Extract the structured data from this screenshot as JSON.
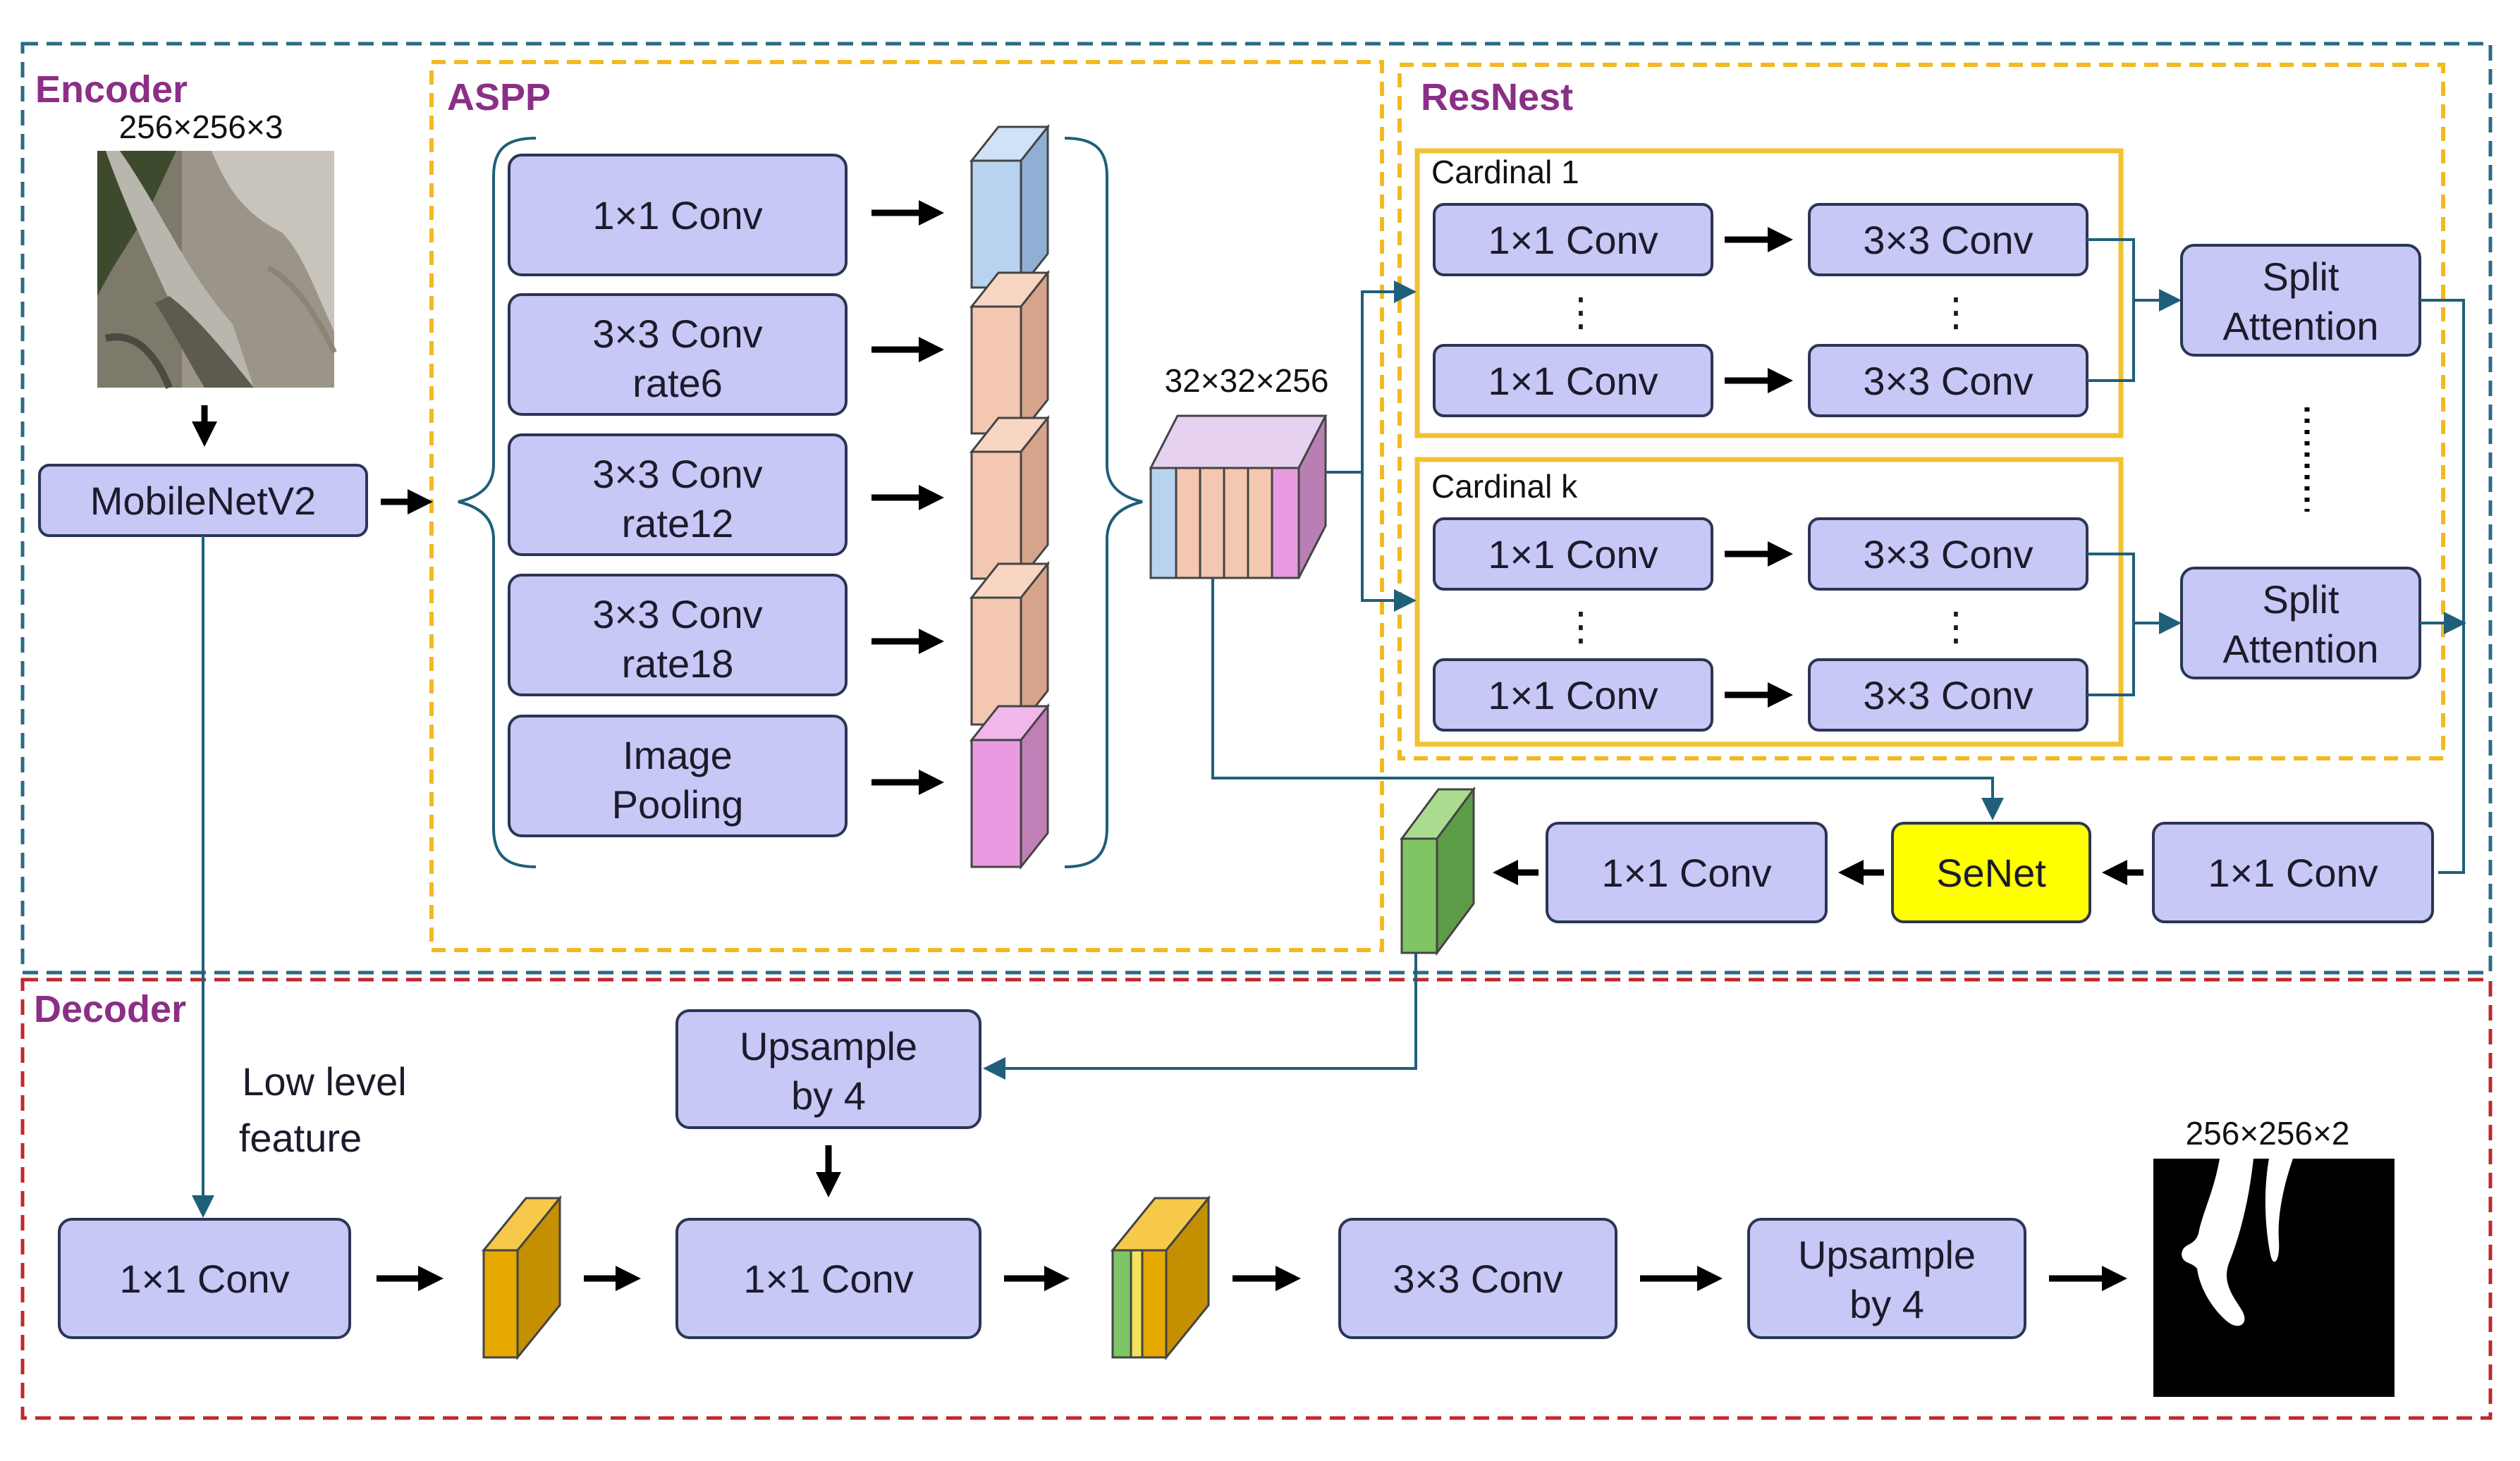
{
  "regions": {
    "encoder": "Encoder",
    "decoder": "Decoder",
    "aspp": "ASPP",
    "resnest": "ResNest",
    "cardinal_1": "Cardinal 1",
    "cardinal_k": "Cardinal k"
  },
  "dims": {
    "input": "256×256×3",
    "aspp_out": "32×32×256",
    "output": "256×256×2"
  },
  "encoder": {
    "backbone": "MobileNetV2"
  },
  "aspp": {
    "conv1x1": "1×1 Conv",
    "conv_r6": [
      "3×3 Conv",
      "rate6"
    ],
    "conv_r12": [
      "3×3 Conv",
      "rate12"
    ],
    "conv_r18": [
      "3×3 Conv",
      "rate18"
    ],
    "pooling": [
      "Image",
      "Pooling"
    ]
  },
  "resnest": {
    "conv1x1": "1×1 Conv",
    "conv3x3": "3×3 Conv",
    "split_attention": [
      "Split",
      "Attention"
    ],
    "dots_v": "⋮",
    "senet": "SeNet",
    "post_conv_a": "1×1 Conv",
    "post_conv_b": "1×1 Conv"
  },
  "decoder": {
    "low_level": [
      "Low level",
      "feature"
    ],
    "upsample_a": [
      "Upsample",
      "by 4"
    ],
    "conv_low": "1×1 Conv",
    "conv_mid": "1×1 Conv",
    "conv3x3": "3×3 Conv",
    "upsample_b": [
      "Upsample",
      "by 4"
    ]
  },
  "colors": {
    "box_fill": "#c7c8f6",
    "encoder_border": "#2a6b86",
    "decoder_border": "#c0282e",
    "dashed_yellow": "#f2b921",
    "solid_yellow": "#f1c232",
    "region_label": "#8b2f86",
    "senet": "#ffff00"
  }
}
